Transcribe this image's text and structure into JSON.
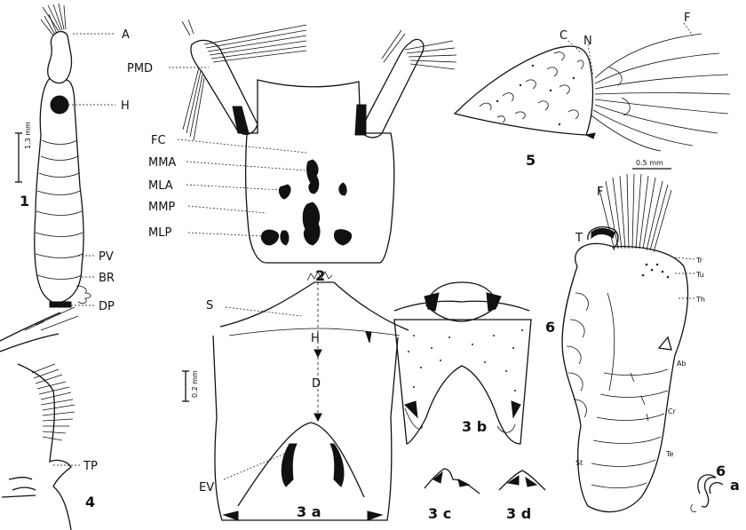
{
  "figure1": {
    "number": "1",
    "labels": {
      "a": "A",
      "h": "H",
      "pv": "PV",
      "br": "BR",
      "dp": "DP"
    },
    "scale": "1.3 mm"
  },
  "figure2": {
    "number": "2",
    "labels": {
      "pmd": "PMD",
      "fc": "FC",
      "mma": "MMA",
      "mla": "MLA",
      "mmp": "MMP",
      "mlp": "MLP"
    }
  },
  "figure3": {
    "panels": {
      "a": "3 a",
      "b": "3 b",
      "c": "3 c",
      "d": "3 d"
    },
    "labels": {
      "s": "S",
      "h": "H",
      "d": "D",
      "ev": "EV"
    },
    "scale": "0.2 mm"
  },
  "figure4": {
    "number": "4",
    "labels": {
      "tp": "TP"
    }
  },
  "figure5": {
    "number": "5",
    "labels": {
      "c": "C",
      "n": "N",
      "f": "F"
    }
  },
  "figure6": {
    "number": "6",
    "sub": "6",
    "sub_letter": "a",
    "scale": "0.5 mm",
    "labels": {
      "f": "F",
      "t": "T",
      "tr": "Tr",
      "tu": "Tu",
      "th": "Th",
      "ab": "Ab",
      "cr": "Cr",
      "te": "Te",
      "st": "St"
    }
  }
}
